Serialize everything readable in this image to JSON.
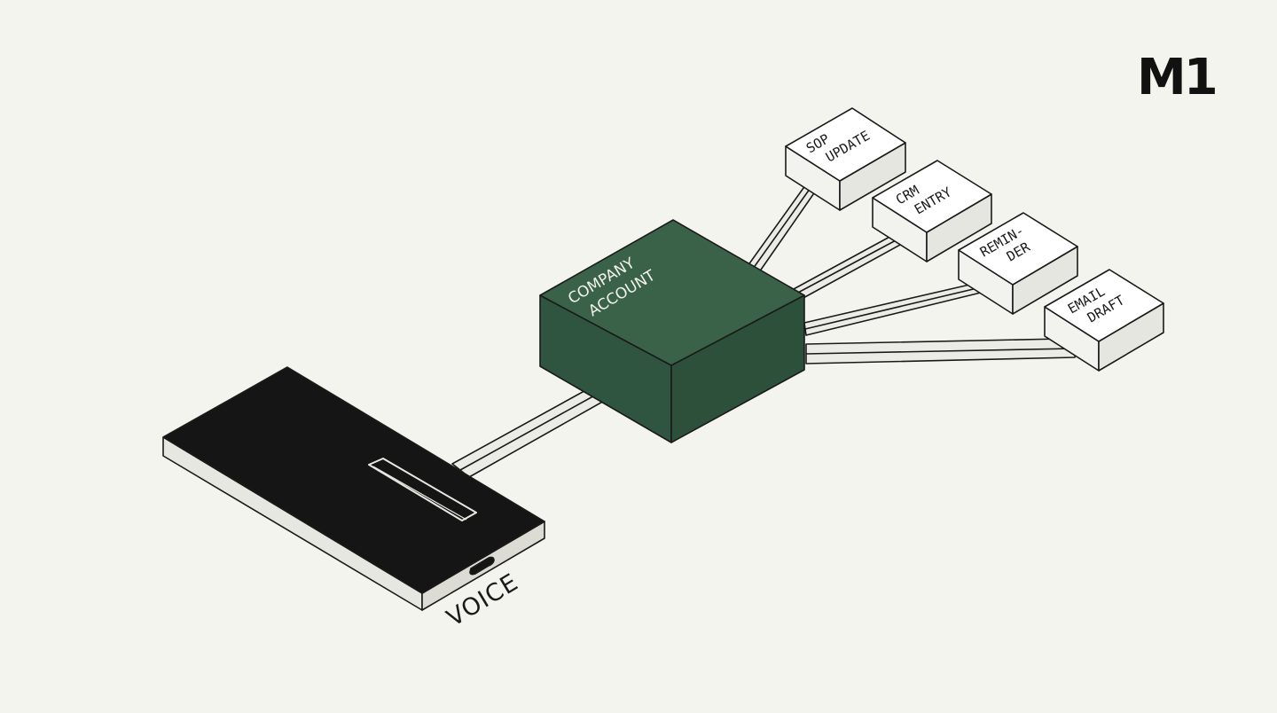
{
  "brand": {
    "logo_text": "M1"
  },
  "source_device": {
    "label": "VOICE"
  },
  "hub": {
    "label_line1": "COMPANY",
    "label_line2": "ACCOUNT"
  },
  "outputs": [
    {
      "line1": "SOP",
      "line2": "UPDATE"
    },
    {
      "line1": "CRM",
      "line2": "ENTRY"
    },
    {
      "line1": "REMIN-",
      "line2": "DER"
    },
    {
      "line1": "EMAIL",
      "line2": "DRAFT"
    }
  ],
  "colors": {
    "background": "#f4f4ef",
    "hub_green": "#3a6248",
    "hub_green_dark": "#2d5039",
    "device_black": "#151515",
    "outline": "#1a1a1a",
    "pipe_fill": "#ecece6",
    "box_fill": "#ffffff"
  }
}
